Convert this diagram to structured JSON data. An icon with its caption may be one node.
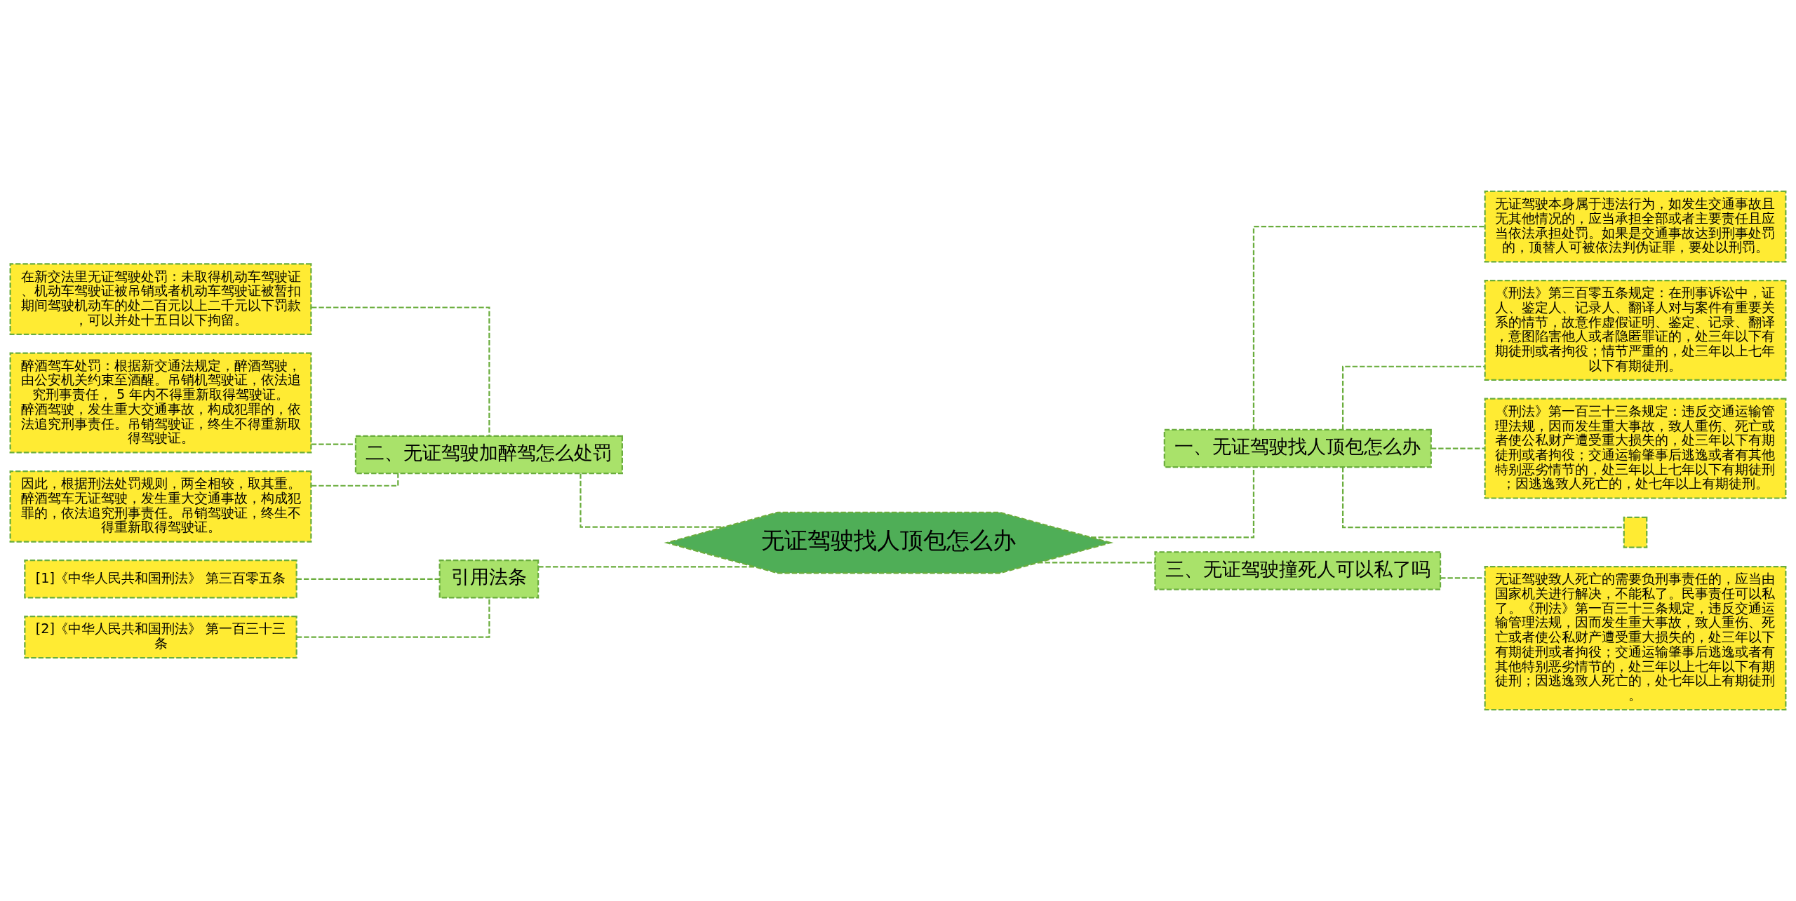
{
  "diagram": {
    "nodes": [
      {
        "text": [
          "无证驾驶找人顶包怎么办"
        ]
      },
      {
        "text": [
          "一、无证驾驶找人顶包怎么办"
        ]
      },
      {
        "text": [
          "无证驾驶本身属于违法行为，如发生交通事故且无其他情况的，应当承担全部或者主要责任且应当依法承担处罚。如果是交通事故达到刑事处罚的，顶替人可被依法判伪证罪，要处以刑罚。"
        ]
      },
      {
        "text": [
          "《刑法》第三百零五条规定：在刑事诉讼中，证人、鉴定人、记录人、翻译人对与案件有重要关系的情节，故意作虚假证明、鉴定、记录、翻译，意图陷害他人或者隐匿罪证的，处三年以下有期徒刑或者拘役；情节严重的，处三年以上七年以下有期徒刑。"
        ]
      },
      {
        "text": [
          "《刑法》第一百三十三条规定：违反交通运输管理法规，因而发生重大事故，致人重伤、死亡或者使公私财产遭受重大损失的，处三年以下有期徒刑或者拘役；交通运输肇事后逃逸或者有其他特别恶劣情节的，处三年以上七年以下有期徒刑；因逃逸致人死亡的，处七年以上有期徒刑。"
        ]
      },
      {
        "text": [],
        "shape": "box"
      },
      {
        "text": [
          "二、无证驾驶加醉驾怎么处罚"
        ]
      },
      {
        "text": [
          "在新交法里无证驾驶处罚：未取得机动车驾驶证、机动车驾驶证被吊销或者机动车驾驶证被暂扣期间驾驶机动车的处二百元以上二千元以下罚款，可以并处十五日以下拘留。"
        ]
      },
      {
        "text": [
          "醉酒驾车处罚：根据新交通法规定，醉酒驾驶，由公安机关约束至酒醒。吊销机驾驶证，依法追究刑事责任， 5 年内不得重新取得驾驶证。醉酒驾驶，发生重大交通事故，构成犯罪的，依法追究刑事责任。吊销驾驶证，终生不得重新取得驾驶证。"
        ]
      },
      {
        "text": [
          "因此，根据刑法处罚规则，两全相较，取其重。醉酒驾车无证驾驶，发生重大交通事故，构成犯罪的，依法追究刑事责任。吊销驾驶证，终生不得重新取得驾驶证。"
        ]
      },
      {
        "text": [
          "三、无证驾驶撞死人可以私了吗"
        ]
      },
      {
        "text": [
          "无证驾驶致人死亡的需要负刑事责任的，应当由国家机关进行解决，不能私了。民事责任可以私了。《刑法》第一百三十三条规定，违反交通运输管理法规，因而发生重大事故，致人重伤、死亡或者使公私财产遭受重大损失的，处三年以下有期徒刑或者拘役；交通运输肇事后逃逸或者有其他特别恶劣情节的，处三年以上七年以下有期徒刑；因逃逸致人死亡的，处七年以上有期徒刑。"
        ]
      },
      {
        "text": [
          "引用法条"
        ]
      },
      {
        "text": [
          "[1]《中华人民共和国刑法》 第三百零五条"
        ]
      },
      {
        "text": [
          "[2]《中华人民共和国刑法》 第一百三十三条"
        ]
      }
    ],
    "edges": [
      {
        "from": 0,
        "to": 1,
        "arrow": "none"
      },
      {
        "from": 1,
        "to": 2,
        "arrow": "none"
      },
      {
        "from": 1,
        "to": 3,
        "arrow": "none"
      },
      {
        "from": 1,
        "to": 4,
        "arrow": "none"
      },
      {
        "from": 1,
        "to": 5,
        "arrow": "none"
      },
      {
        "from": 0,
        "to": 6,
        "arrow": "none"
      },
      {
        "from": 6,
        "to": 7,
        "arrow": "none"
      },
      {
        "from": 6,
        "to": 8,
        "arrow": "none"
      },
      {
        "from": 6,
        "to": 9,
        "arrow": "none"
      },
      {
        "from": 0,
        "to": 10,
        "arrow": "none"
      },
      {
        "from": 10,
        "to": 11,
        "arrow": "none"
      },
      {
        "from": 0,
        "to": 12,
        "arrow": "none"
      },
      {
        "from": 12,
        "to": 13,
        "arrow": "none"
      },
      {
        "from": 12,
        "to": 14,
        "arrow": "none"
      }
    ]
  }
}
